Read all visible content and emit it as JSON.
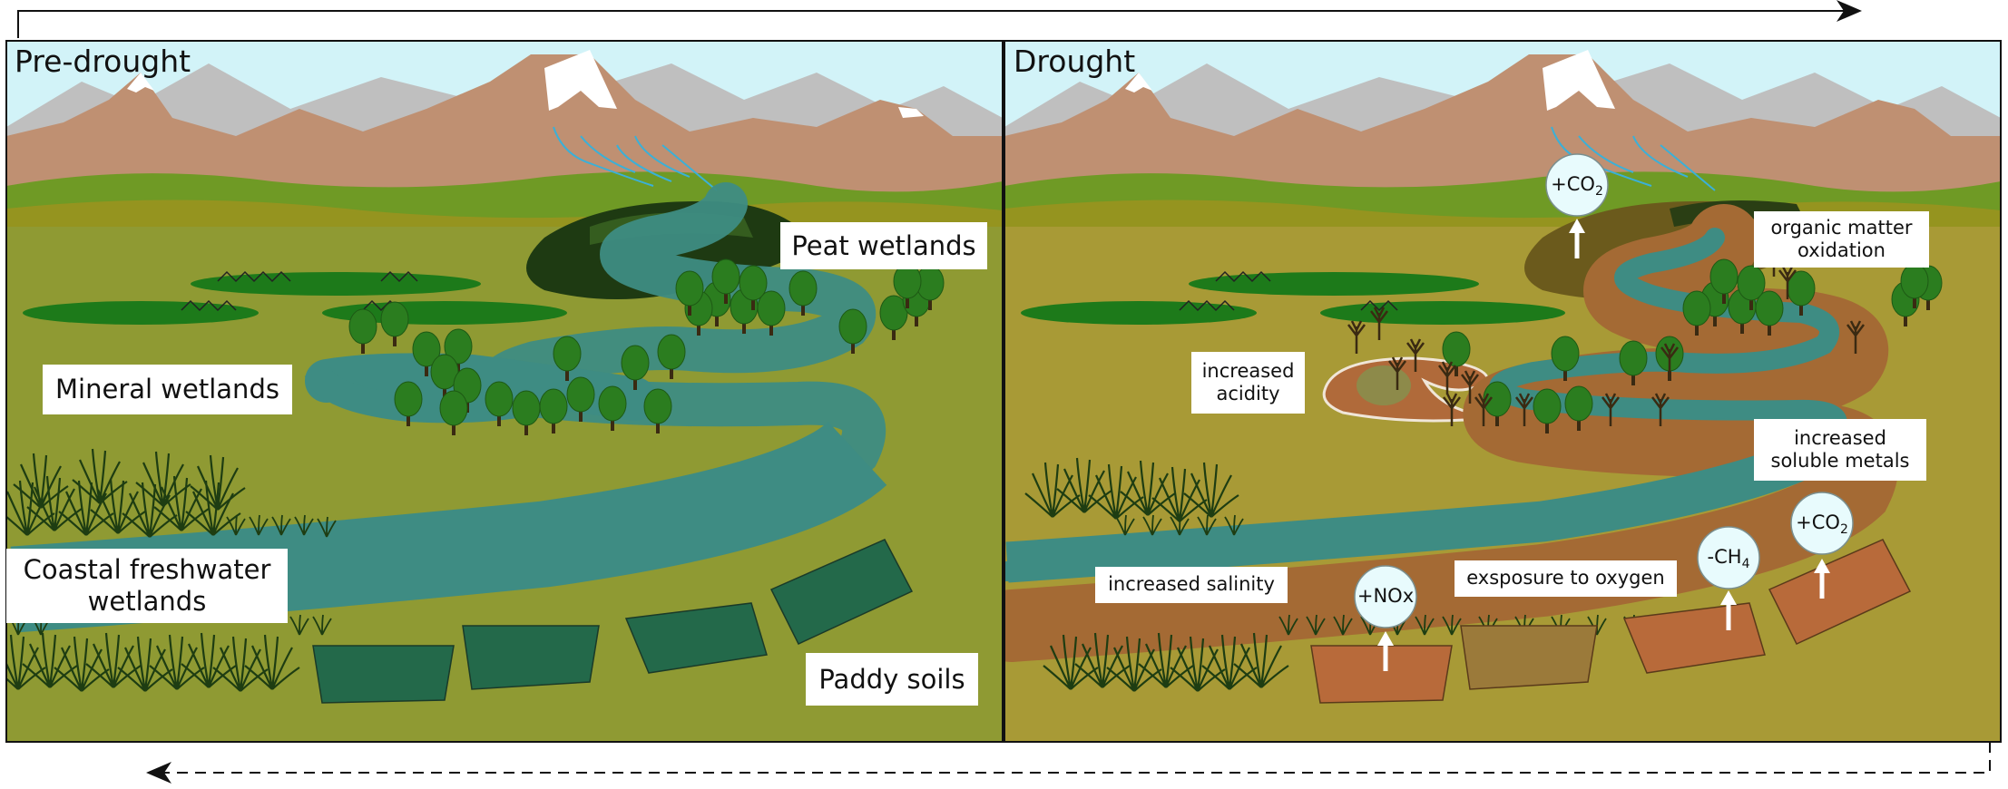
{
  "panels": {
    "left_title": "Pre-drought",
    "right_title": "Drought"
  },
  "left_labels": {
    "peat": "Peat wetlands",
    "mineral": "Mineral wetlands",
    "coastal": "Coastal freshwater\nwetlands",
    "paddy": "Paddy soils"
  },
  "right_labels": {
    "organic": "organic matter\noxidation",
    "acidity": "increased\nacidity",
    "metals": "increased\nsoluble metals",
    "salinity": "increased salinity",
    "oxygen": "exsposure to oxygen"
  },
  "gases": {
    "co2_top": {
      "base": "+CO",
      "sub": "2"
    },
    "nox": {
      "base": "+NOx",
      "sub": ""
    },
    "ch4": {
      "base": "-CH",
      "sub": "4"
    },
    "co2_right": {
      "base": "+CO",
      "sub": "2"
    }
  },
  "colors": {
    "sky": "#d2f3f8",
    "ground": "#8f9a33",
    "river": "#3e8c83",
    "river_drought_bank": "#a46a34",
    "peat": "#1f3a12",
    "paddy_wet": "#23694a",
    "paddy_dry": "#b86a3a",
    "tree": "#2a7a1e"
  }
}
